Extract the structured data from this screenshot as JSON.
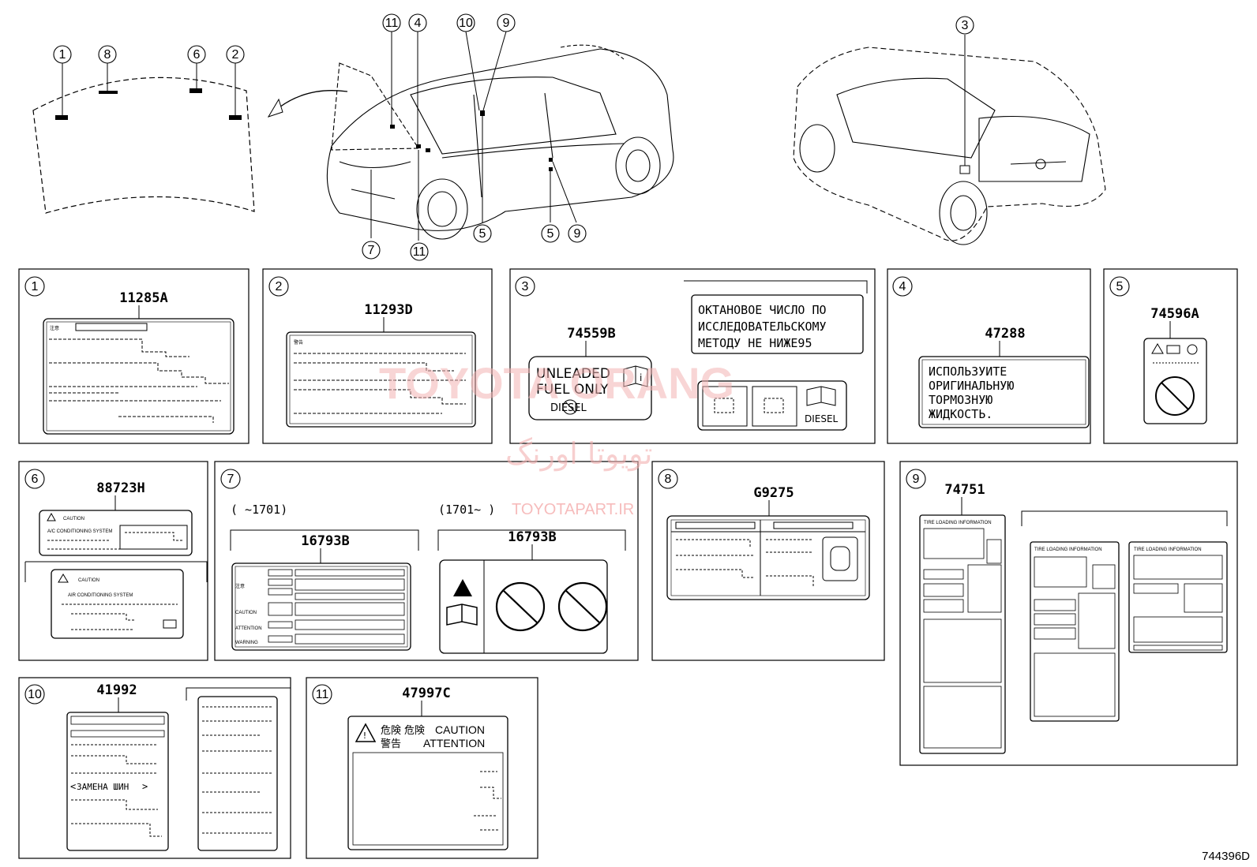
{
  "diagram_id": "744396D",
  "callouts": [
    "1",
    "2",
    "3",
    "4",
    "5",
    "6",
    "7",
    "8",
    "9",
    "10",
    "11"
  ],
  "panels": {
    "p1": {
      "num": "1",
      "part": "11285A",
      "label_text": "注意"
    },
    "p2": {
      "num": "2",
      "part": "11293D",
      "label_text": "警告"
    },
    "p3": {
      "num": "3",
      "part": "74559B",
      "fuel_line1": "UNLEADED",
      "fuel_line2": "FUEL ONLY",
      "diesel_small": "DIESEL",
      "diesel": "DIESEL",
      "octane_lines": [
        "ОКТАНОВОЕ ЧИСЛО ПО",
        "ИССЛЕДОВАТЕЛЬСКОМУ",
        "МЕТОДУ НЕ НИЖЕ95"
      ]
    },
    "p4": {
      "num": "4",
      "part": "47288",
      "lines": [
        "ИСПОЛЬЗУИТЕ",
        "ОРИГИНАЛЬНУЮ",
        "ТОРМОЗНУЮ",
        "ЖИДКОСТЬ."
      ]
    },
    "p5": {
      "num": "5",
      "part": "74596A"
    },
    "p6": {
      "num": "6",
      "part": "88723H",
      "caution_top": "CAUTION",
      "ac_top": "A/C CONDITIONING SYSTEM",
      "caution": "CAUTION",
      "ac": "AIR CONDITIONING SYSTEM"
    },
    "p7": {
      "num": "7",
      "range_a": "(      ~1701)",
      "range_b": "(1701~      )",
      "part_a": "16793B",
      "part_b": "16793B",
      "caution_label": "注意",
      "caution": "CAUTION",
      "attention": "ATTENTION",
      "warning": "WARNING"
    },
    "p8": {
      "num": "8",
      "part": "G9275"
    },
    "p9": {
      "num": "9",
      "part": "74751",
      "tire": "TIRE LOADING INFORMATION"
    },
    "p10": {
      "num": "10",
      "part": "41992",
      "text": "ЗАМЕНА ШИН"
    },
    "p11": {
      "num": "11",
      "part": "47997C",
      "kiken": "危険",
      "kiken2": "危険",
      "keikoku": "警告",
      "caution": "CAUTION",
      "attention": "ATTENTION"
    }
  },
  "watermark": {
    "latin": "TOYOTA ORANG",
    "farsi": "تویوتا اورنگ",
    "url": "TOYOTAPART.IR"
  }
}
